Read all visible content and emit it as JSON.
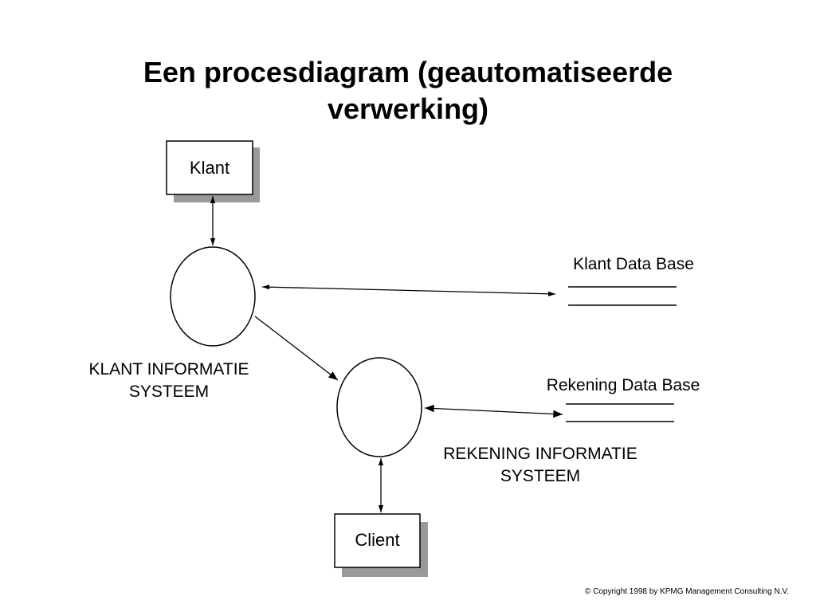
{
  "title": {
    "line1": "Een procesdiagram (geautomatiseerde",
    "line2": "verwerking)"
  },
  "entities": {
    "klant": "Klant",
    "client": "Client"
  },
  "processes": {
    "klant_is": {
      "line1": "KLANT INFORMATIE",
      "line2": "SYSTEEM"
    },
    "rekening_is": {
      "line1": "REKENING INFORMATIE",
      "line2": "SYSTEEM"
    }
  },
  "data_stores": {
    "klant_db": "Klant Data Base",
    "rekening_db": "Rekening Data Base"
  },
  "footer": {
    "copyright": "© Copyright 1998 by KPMG Management Consulting N.V."
  }
}
